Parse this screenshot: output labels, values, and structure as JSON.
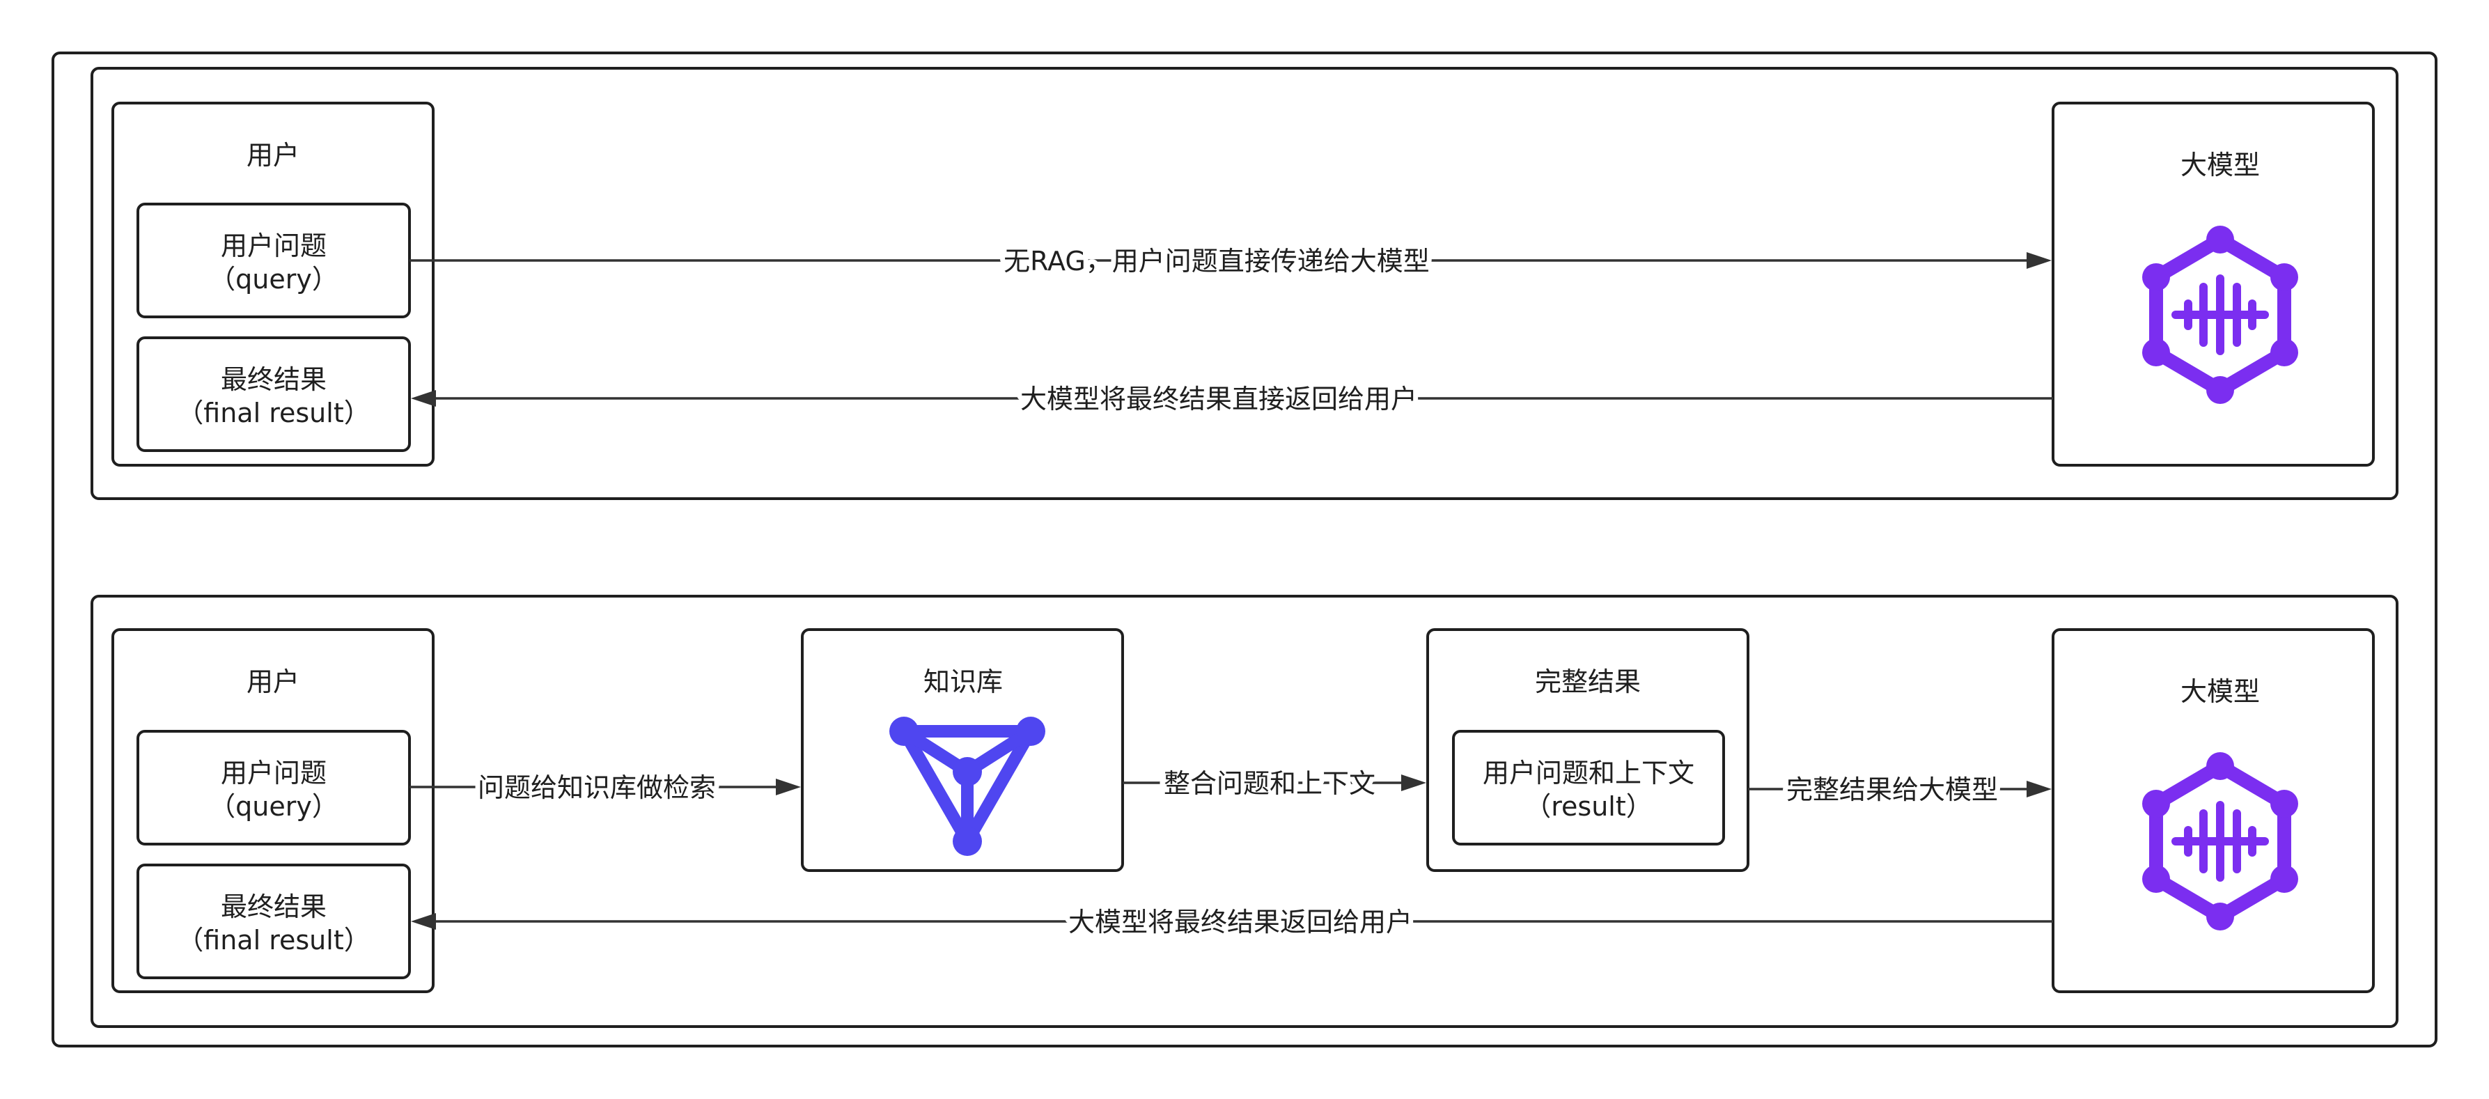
{
  "panel_a": {
    "user": {
      "title": "用户",
      "query_line1": "用户问题",
      "query_line2": "（query）",
      "result_line1": "最终结果",
      "result_line2": "（final result）"
    },
    "llm": {
      "title": "大模型",
      "icon": "llm-hexagon-icon"
    },
    "edge_query": "无RAG，用户问题直接传递给大模型",
    "edge_result": "大模型将最终结果直接返回给用户"
  },
  "panel_b": {
    "user": {
      "title": "用户",
      "query_line1": "用户问题",
      "query_line2": "（query）",
      "result_line1": "最终结果",
      "result_line2": "（final result）"
    },
    "kb": {
      "title": "知识库",
      "icon": "knowledge-graph-icon"
    },
    "complete": {
      "title": "完整结果",
      "inner_line1": "用户问题和上下文",
      "inner_line2": "（result）"
    },
    "llm": {
      "title": "大模型",
      "icon": "llm-hexagon-icon"
    },
    "edge_search": "问题给知识库做检索",
    "edge_merge": "整合问题和上下文",
    "edge_to_llm": "完整结果给大模型",
    "edge_result": "大模型将最终结果返回给用户"
  },
  "colors": {
    "llm_icon": "#7B2EF0",
    "kb_icon": "#4F46F0",
    "stroke": "#1f1f1f",
    "arrow": "#333333"
  }
}
